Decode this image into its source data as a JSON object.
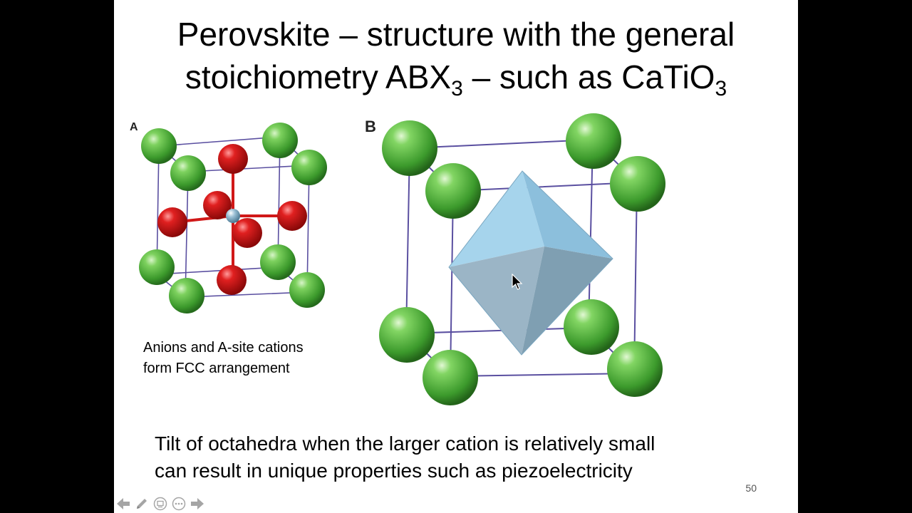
{
  "slide": {
    "title_line1": "Perovskite – structure with the general",
    "title_line2_part1": "stoichiometry ABX",
    "title_line2_sub1": "3",
    "title_line2_part2": " – such as CaTiO",
    "title_line2_sub2": "3",
    "figure_a_label": "A",
    "figure_b_label": "B",
    "caption_line1": "Anions and A-site cations",
    "caption_line2": "form FCC arrangement",
    "bottom_line1": "Tilt of octahedra when the larger cation is relatively small",
    "bottom_line2": "can result in unique properties such as piezoelectricity",
    "slide_number": "50"
  },
  "colors": {
    "a_site_sphere": "#4caf3c",
    "anion_sphere": "#d01818",
    "b_site_sphere": "#8fb3c8",
    "octahedron": "#8cc0dc",
    "cell_edge": "#5a4fa0"
  },
  "nav": {
    "icons": [
      "arrow-left-icon",
      "pen-icon",
      "slides-icon",
      "more-icon",
      "arrow-right-icon"
    ]
  }
}
